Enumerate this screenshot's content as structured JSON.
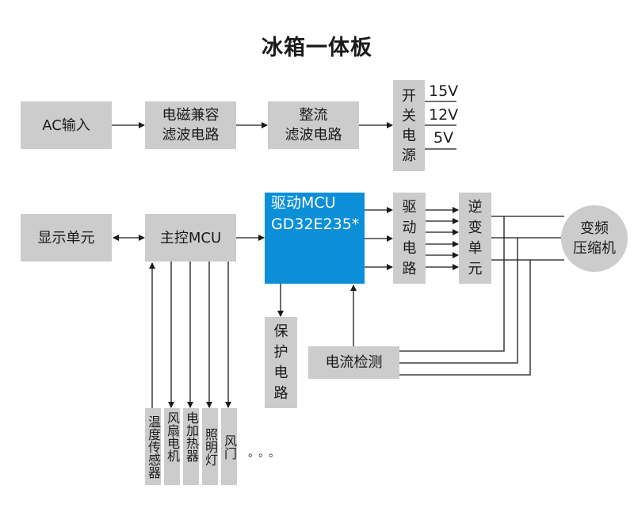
{
  "title": "冰箱一体板",
  "power_chain": {
    "ac_input": "AC输入",
    "emc_filter": [
      "电磁兼容",
      "滤波电路"
    ],
    "rectifier_filter": [
      "整流",
      "滤波电路"
    ],
    "switching_power": [
      "开",
      "关",
      "电",
      "源"
    ],
    "outputs": [
      "15V",
      "12V",
      "5V"
    ]
  },
  "control_chain": {
    "display_unit": "显示单元",
    "main_mcu": "主控MCU",
    "drive_mcu": [
      "驱动MCU",
      "GD32E235*"
    ],
    "drive_circuit": [
      "驱",
      "动",
      "电",
      "路"
    ],
    "inverter_unit": [
      "逆",
      "变",
      "单",
      "元"
    ],
    "compressor": [
      "变频",
      "压缩机"
    ],
    "protection_circuit": [
      "保",
      "护",
      "电",
      "路"
    ],
    "current_detection": "电流检测"
  },
  "peripherals": [
    {
      "label": "温度传感器",
      "direction": "input"
    },
    {
      "label": "风扇电机",
      "direction": "output"
    },
    {
      "label": "电加热器",
      "direction": "output"
    },
    {
      "label": "照明灯",
      "direction": "output"
    },
    {
      "label": "风门",
      "direction": "output"
    }
  ],
  "ellipsis": "。。。",
  "colors": {
    "box_fill": "#cccccc",
    "drive_mcu_fill": "#0b8fd8",
    "line": "#1a1a1a"
  }
}
